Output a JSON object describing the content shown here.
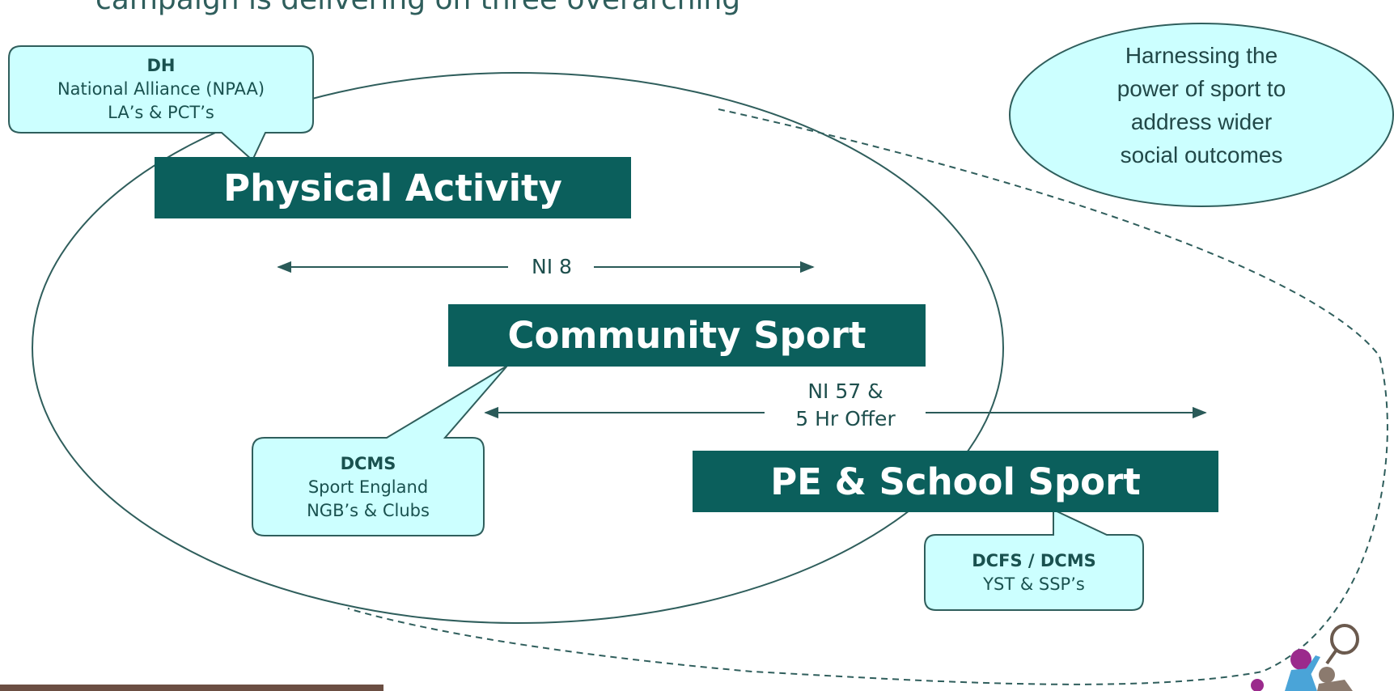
{
  "header_partial": "campaign is delivering on three overarching",
  "labels": {
    "physical_activity": "Physical Activity",
    "community_sport": "Community Sport",
    "pe_school_sport": "PE & School Sport"
  },
  "arrows": {
    "ni8": "NI 8",
    "ni57_line1": "NI 57 &",
    "ni57_line2": "5 Hr Offer"
  },
  "callouts": {
    "dh": {
      "title": "DH",
      "line1": "National Alliance (NPAA)",
      "line2": "LA’s & PCT’s"
    },
    "dcms": {
      "title": "DCMS",
      "line1": "Sport England",
      "line2": "NGB’s & Clubs"
    },
    "dcfs": {
      "title": "DCFS / DCMS",
      "line1": "YST & SSP’s"
    }
  },
  "bubble": {
    "line1": "Harnessing the",
    "line2": "power of sport to",
    "line3": "address wider",
    "line4": "social outcomes"
  },
  "colors": {
    "label_bg": "#0b5f5c",
    "callout_fill": "#ccffff",
    "bubble_fill": "#ccffff",
    "line": "#2a5a58"
  },
  "icons": [
    "sport-figures-logo"
  ]
}
